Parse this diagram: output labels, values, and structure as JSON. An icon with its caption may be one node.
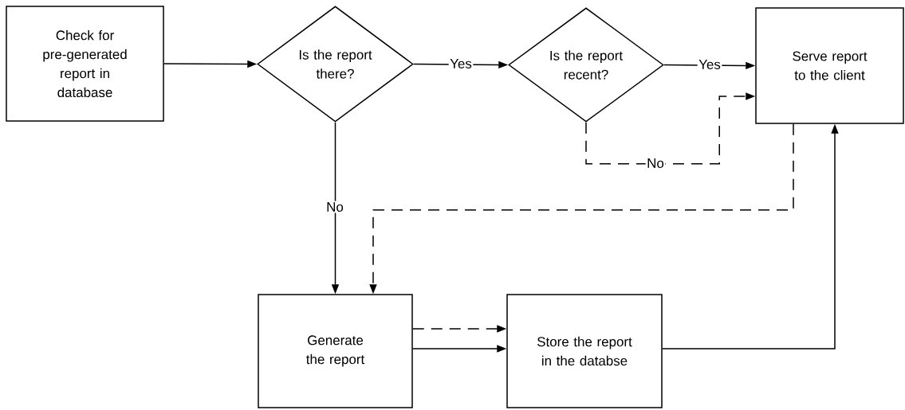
{
  "diagram": {
    "nodes": [
      {
        "text": [
          "Check for pre-generated report in database"
        ]
      },
      {
        "text": [
          "Is the report there?"
        ]
      },
      {
        "text": [
          "Is the report recent?"
        ]
      },
      {
        "text": [
          "Serve report to the client"
        ]
      },
      {
        "text": [
          "Generate the report"
        ]
      },
      {
        "text": [
          "Store the report in the databse"
        ]
      }
    ],
    "edges": [
      {
        "from": 0,
        "to": 1,
        "arrow": "to"
      },
      {
        "from": 1,
        "to": 2,
        "arrow": "to",
        "label": "Yes"
      },
      {
        "from": 2,
        "to": 3,
        "arrow": "to",
        "label": "Yes"
      },
      {
        "from": 2,
        "to": 3,
        "arrow": "to",
        "label": "No",
        "style": "dashed"
      },
      {
        "from": 1,
        "to": 4,
        "arrow": "to",
        "label": "No"
      },
      {
        "from": 3,
        "to": 4,
        "arrow": "to",
        "style": "dashed"
      },
      {
        "from": 4,
        "to": 5,
        "arrow": "to",
        "style": "dashed"
      },
      {
        "from": 4,
        "to": 5,
        "arrow": "to"
      },
      {
        "from": 5,
        "to": 3,
        "arrow": "to"
      }
    ]
  }
}
